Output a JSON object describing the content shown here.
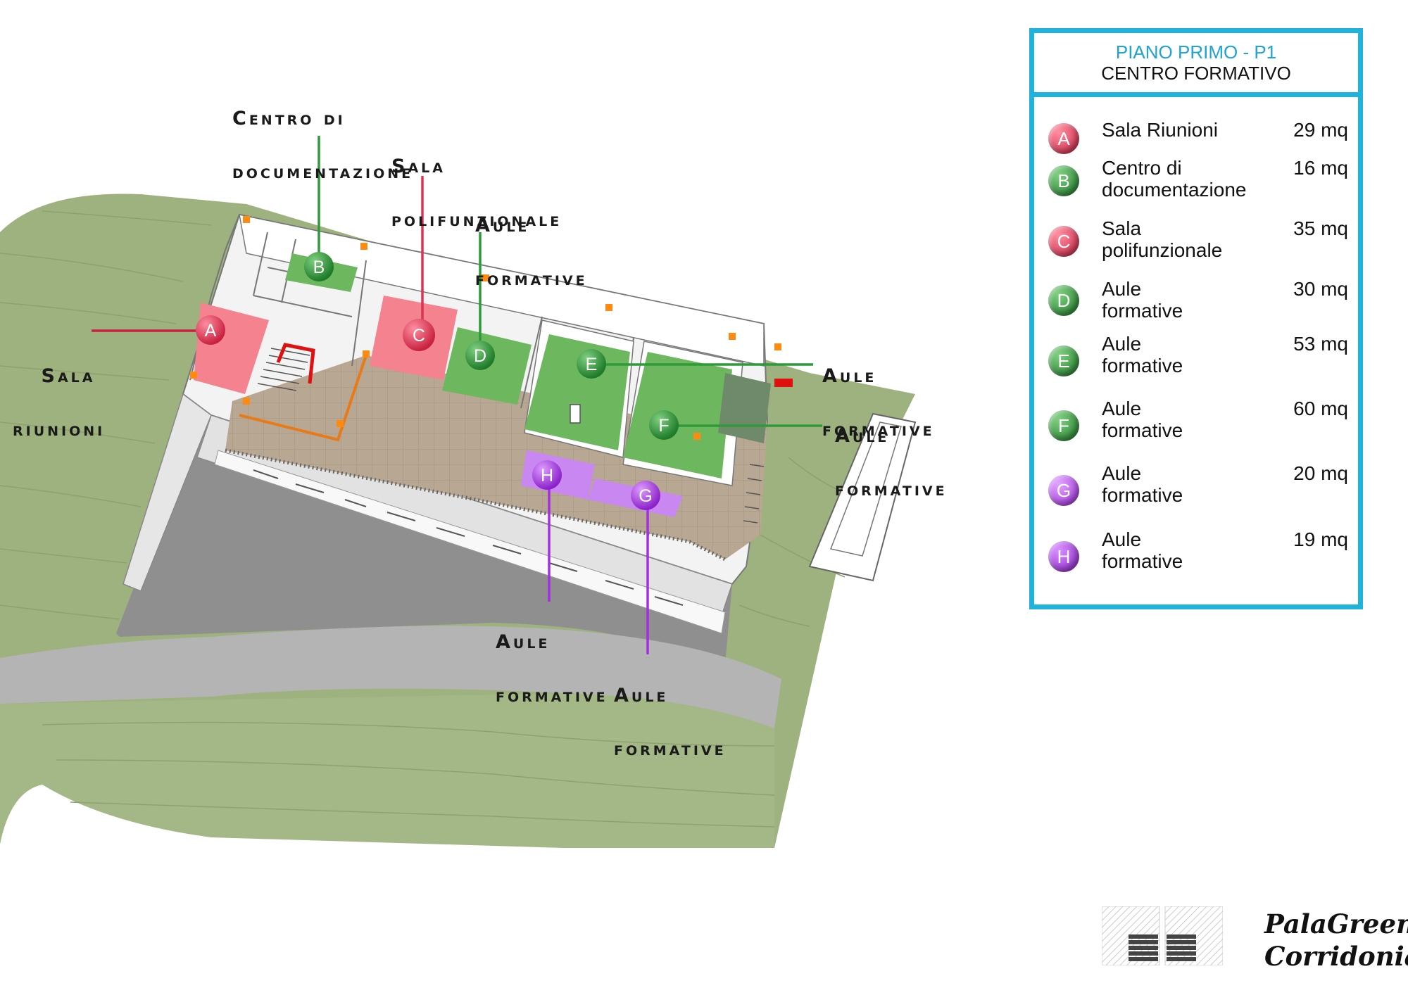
{
  "panel": {
    "title": "PIANO PRIMO - P1",
    "subtitle": "CENTRO FORMATIVO",
    "items": [
      {
        "letter": "A",
        "name": "Sala Riunioni",
        "area": "29 mq",
        "color": "#e83d5c"
      },
      {
        "letter": "B",
        "name": "Centro di documentazione",
        "area": "16 mq",
        "color": "#2e9a3a"
      },
      {
        "letter": "C",
        "name": "Sala polifunzionale",
        "area": "35 mq",
        "color": "#e83d5c"
      },
      {
        "letter": "D",
        "name": "Aule formative",
        "area": "30 mq",
        "color": "#2e9a3a"
      },
      {
        "letter": "E",
        "name": "Aule formative",
        "area": "53 mq",
        "color": "#2e9a3a"
      },
      {
        "letter": "F",
        "name": "Aule formative",
        "area": "60 mq",
        "color": "#2e9a3a"
      },
      {
        "letter": "G",
        "name": "Aule formative",
        "area": "20 mq",
        "color": "#b43fe0"
      },
      {
        "letter": "H",
        "name": "Aule formative",
        "area": "19 mq",
        "color": "#a22fe0"
      }
    ]
  },
  "callouts": {
    "a": {
      "line1": "Sala",
      "line2": "riunioni"
    },
    "b": {
      "line1": "Centro di",
      "line2": "documentazione"
    },
    "c": {
      "line1": "Sala",
      "line2": "polifunzionale"
    },
    "d": {
      "line1": "Aule",
      "line2": "formative"
    },
    "e": {
      "line1": "Aule",
      "line2": "formative"
    },
    "f": {
      "line1": "Aule",
      "line2": "formative"
    },
    "g": {
      "line1": "Aule",
      "line2": "formative"
    },
    "h": {
      "line1": "Aule",
      "line2": "formative"
    }
  },
  "brand": {
    "line1": "PalaGreen",
    "line2": "Corridonia"
  },
  "colors": {
    "accent": "#1fb3dc",
    "red": "#e83d5c",
    "green": "#2e9a3a",
    "purple": "#b43fe0",
    "grass": "#9db27e"
  }
}
